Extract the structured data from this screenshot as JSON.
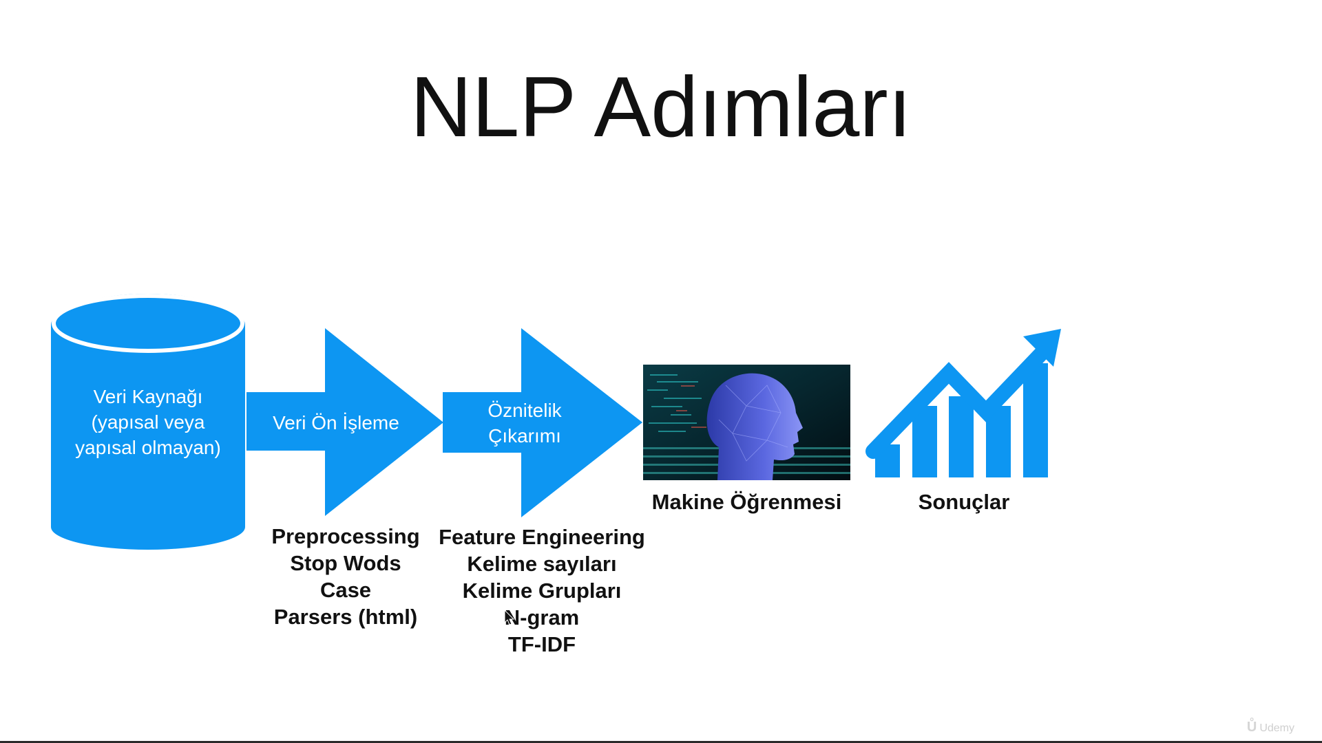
{
  "slide": {
    "title": "NLP Adımları"
  },
  "steps": {
    "data_source": {
      "label_lines": [
        "Veri Kaynağı",
        "(yapısal veya",
        "yapısal olmayan)"
      ],
      "icon": "database-cylinder-icon"
    },
    "preprocessing": {
      "label": "Veri Ön İşleme",
      "details": [
        "Preprocessing",
        "Stop Wods",
        "Case",
        "Parsers (html)"
      ]
    },
    "feature_extraction": {
      "label_lines": [
        "Öznitelik",
        "Çıkarımı"
      ],
      "details": [
        "Feature Engineering",
        "Kelime sayıları",
        "Kelime Grupları",
        "N-gram",
        "TF-IDF"
      ]
    },
    "machine_learning": {
      "caption": "Makine Öğrenmesi",
      "image": "ai-head-image"
    },
    "results": {
      "caption": "Sonuçlar",
      "icon": "growth-chart-icon"
    }
  },
  "colors": {
    "accent": "#0d96f2",
    "text": "#111111",
    "shape_text": "#ffffff"
  },
  "watermark": {
    "text": "Udemy",
    "icon": "udemy-logo-icon"
  }
}
